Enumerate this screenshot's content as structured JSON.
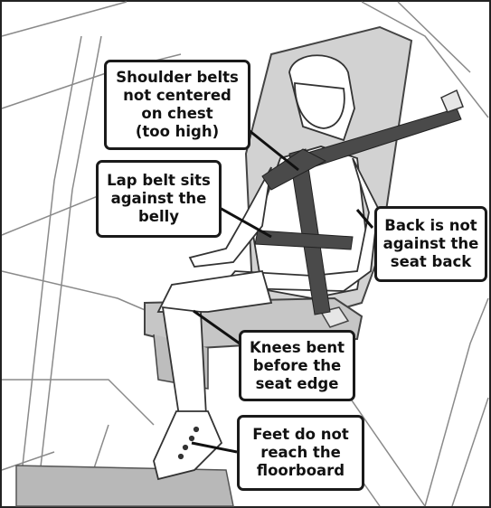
{
  "callouts": {
    "shoulder": "Shoulder belts\nnot centered\non chest\n(too high)",
    "lap": "Lap belt sits\nagainst the\nbelly",
    "back": "Back is not\nagainst the\nseat back",
    "knees": "Knees bent\nbefore the\nseat edge",
    "feet": "Feet do not\nreach the\nfloorboard"
  }
}
